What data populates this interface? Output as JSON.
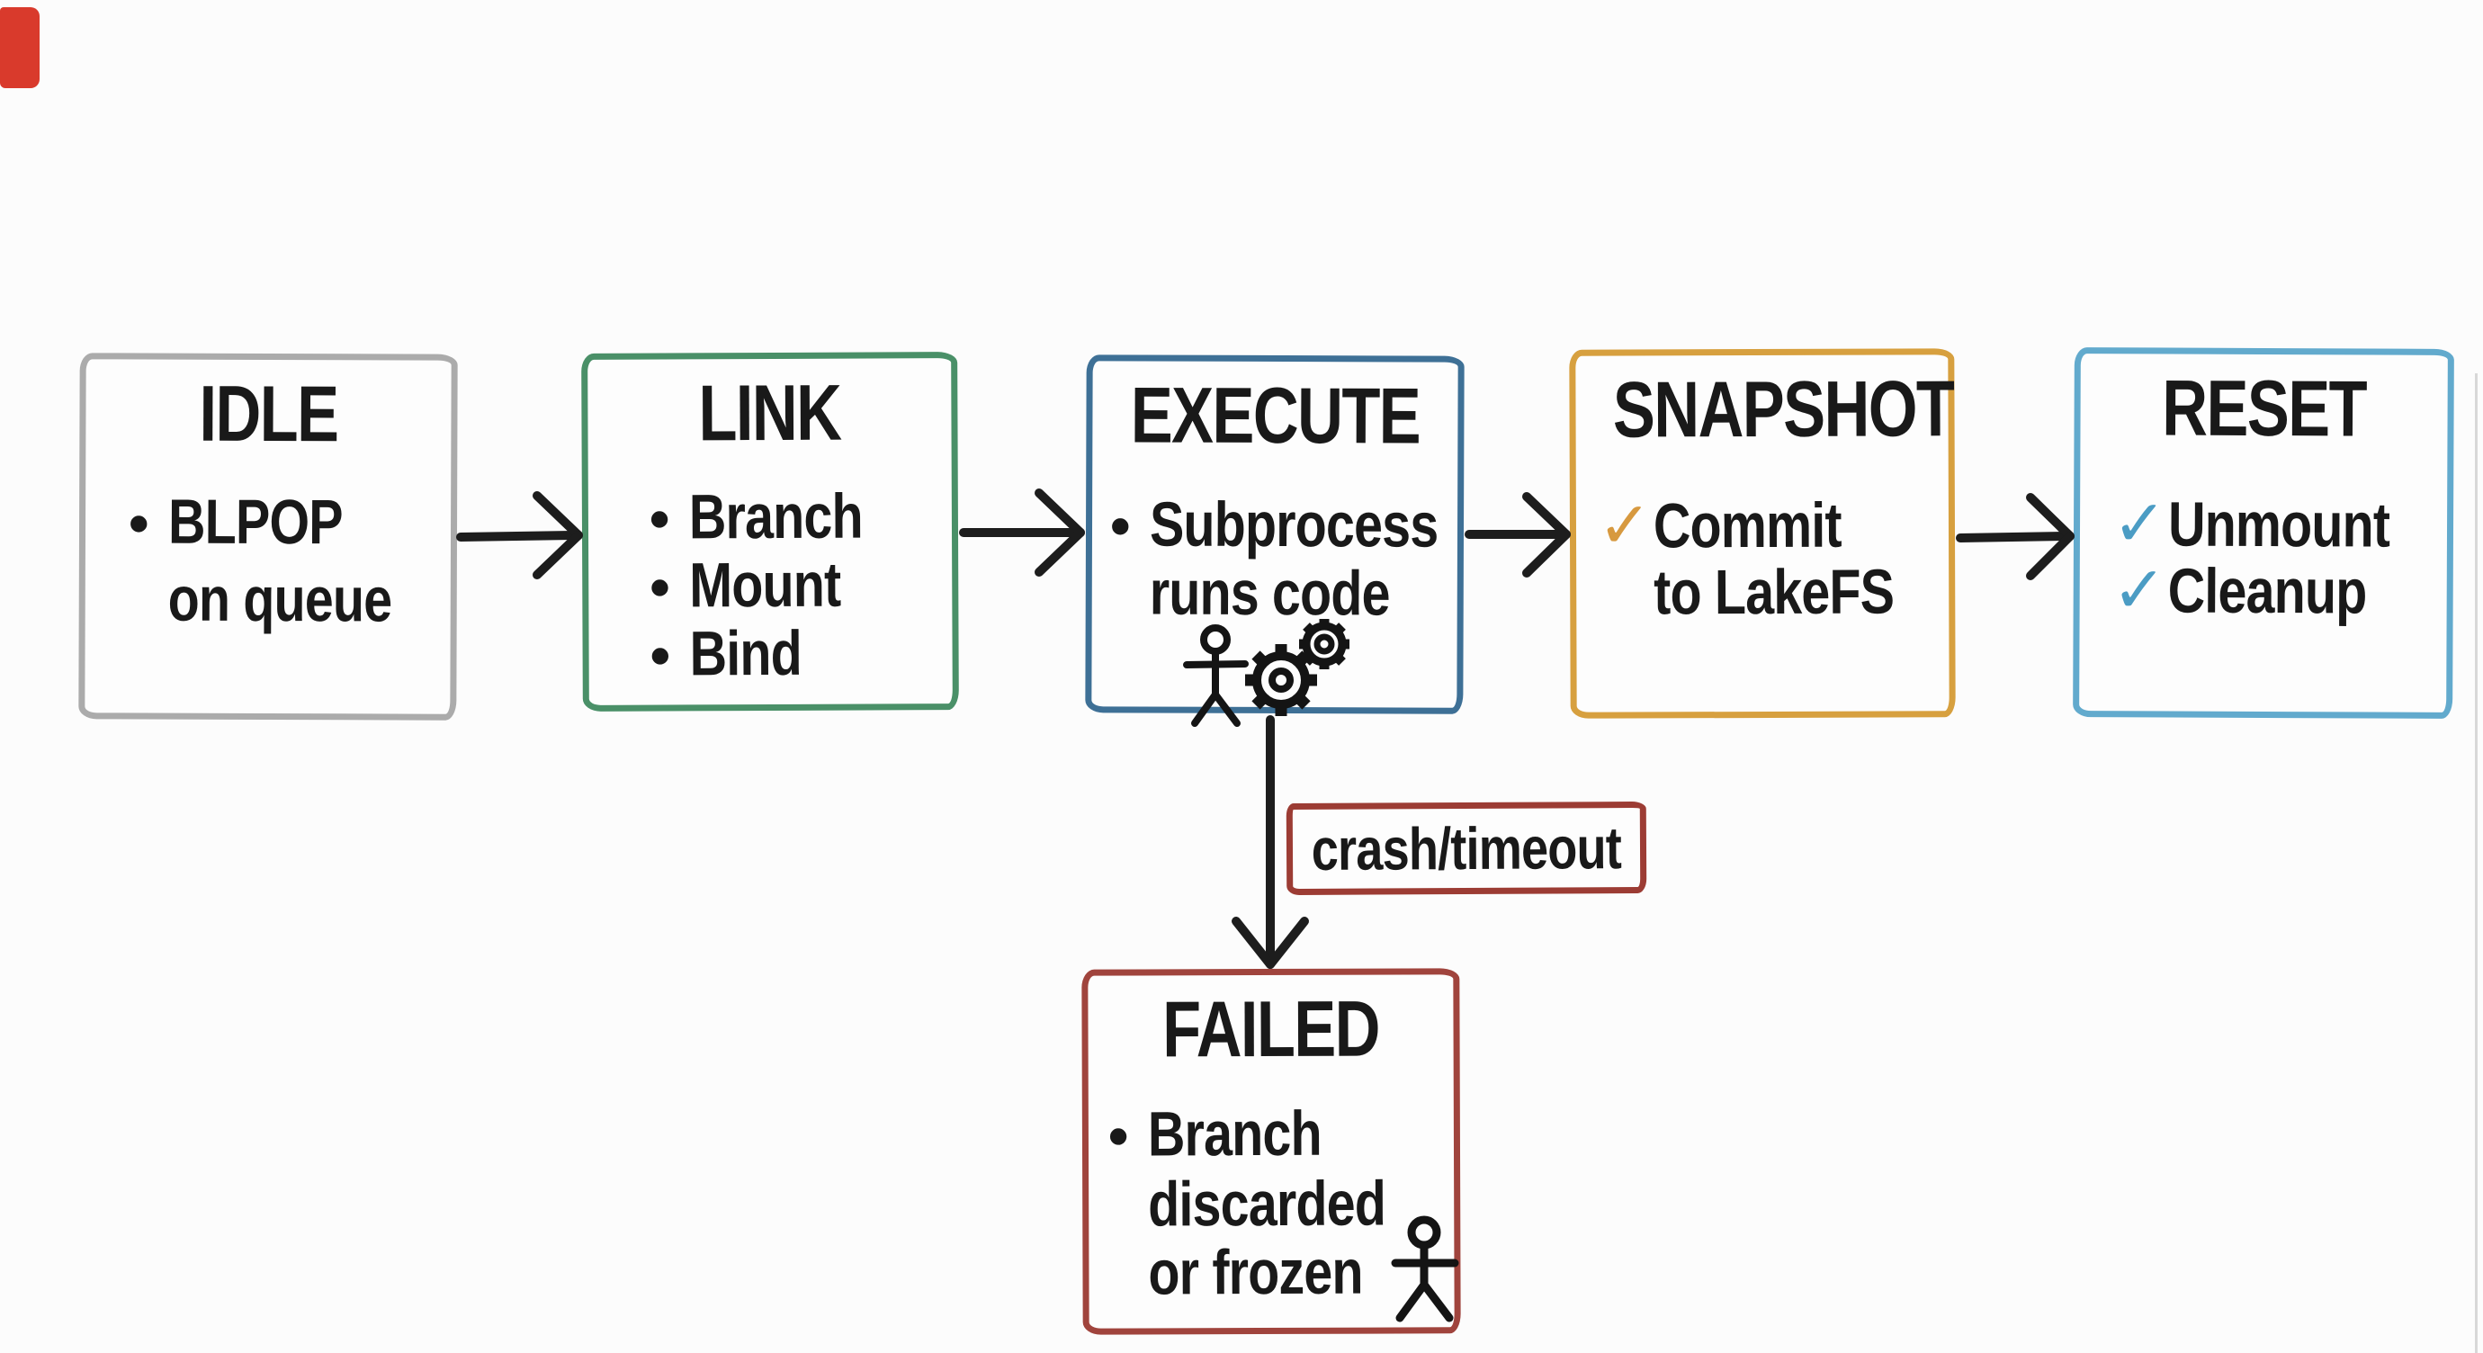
{
  "diagram": {
    "background": "#fcfcfc",
    "arrow_color": "#1d1d1d",
    "states": [
      {
        "id": "idle",
        "title": "IDLE",
        "border_color": "#ababab",
        "lines": [
          {
            "marker": "•",
            "text": "BLPOP"
          },
          {
            "marker": "",
            "text": "on queue"
          }
        ]
      },
      {
        "id": "link",
        "title": "LINK",
        "border_color": "#4a9068",
        "lines": [
          {
            "marker": "•",
            "text": "Branch"
          },
          {
            "marker": "•",
            "text": "Mount"
          },
          {
            "marker": "•",
            "text": "Bind"
          }
        ]
      },
      {
        "id": "execute",
        "title": "EXECUTE",
        "border_color": "#3e7096",
        "lines": [
          {
            "marker": "•",
            "text": "Subprocess"
          },
          {
            "marker": "",
            "text": "runs code"
          }
        ],
        "icons": [
          "person-icon",
          "gears-icon"
        ]
      },
      {
        "id": "snapshot",
        "title": "SNAPSHOT",
        "border_color": "#d7a03f",
        "check_color": "#d7993f",
        "lines": [
          {
            "marker": "✓",
            "text": "Commit"
          },
          {
            "marker": "",
            "text": "to LakeFS"
          }
        ]
      },
      {
        "id": "reset",
        "title": "RESET",
        "border_color": "#62aacd",
        "check_color": "#4b9cc4",
        "lines": [
          {
            "marker": "✓",
            "text": "Unmount"
          },
          {
            "marker": "✓",
            "text": "Cleanup"
          }
        ]
      },
      {
        "id": "failed",
        "title": "FAILED",
        "border_color": "#a0443d",
        "lines": [
          {
            "marker": "•",
            "text": "Branch"
          },
          {
            "marker": "",
            "text": "discarded"
          },
          {
            "marker": "",
            "text": "or frozen"
          }
        ],
        "icons": [
          "person-icon"
        ]
      }
    ],
    "edge_label": {
      "text": "crash/timeout",
      "border_color": "#9c3c34"
    }
  }
}
